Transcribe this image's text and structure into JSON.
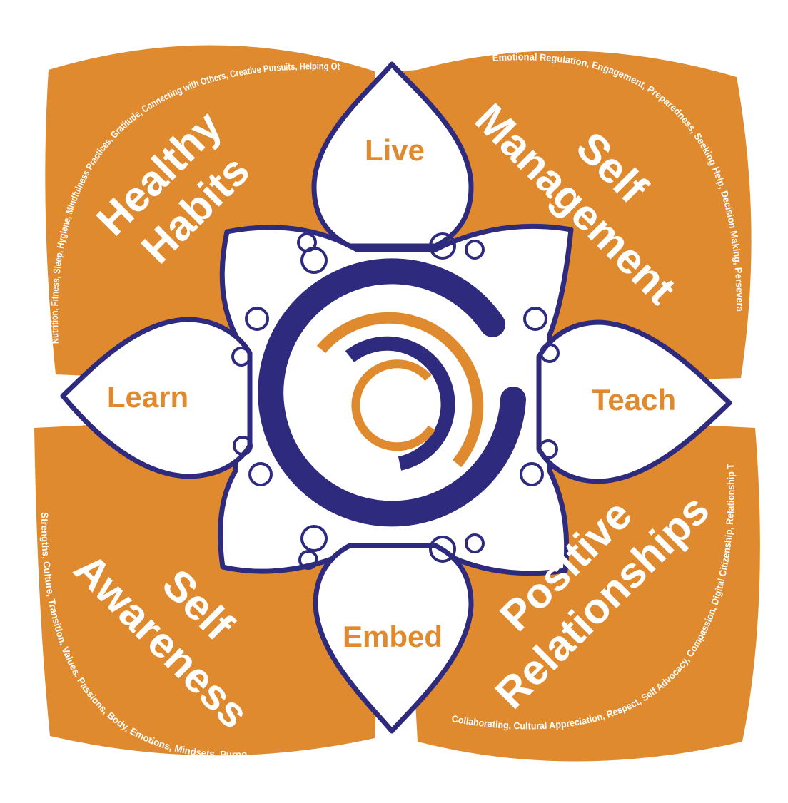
{
  "colors": {
    "orange": "#E08A2F",
    "navy": "#2E2A7E",
    "white": "#FFFFFF"
  },
  "petals": {
    "top": "Live",
    "left": "Learn",
    "right": "Teach",
    "bottom": "Embed"
  },
  "quadrants": {
    "top_left": {
      "title_line1": "Healthy",
      "title_line2": "Habits",
      "items": "Nutrition, Fitness, Sleep, Hygiene, Mindfulness Practices, Gratitude, Connecting with Others, Creative Pursuits, Helping Others"
    },
    "top_right": {
      "title_line1": "Self",
      "title_line2": "Management",
      "items": "Emotional Regulation, Engagement, Preparedness, Seeking Help, Decision Making, Perseverance"
    },
    "bottom_left": {
      "title_line1": "Self",
      "title_line2": "Awareness",
      "items": "Strengths, Culture, Transition, Values, Passions, Body, Emotions, Mindsets, Purpose"
    },
    "bottom_right": {
      "title_line1": "Positive",
      "title_line2": "Relationships",
      "items": "Collaborating, Cultural Appreciation, Respect, Self Advocacy, Compassion, Digital Citizenship, Relationship Types"
    }
  }
}
